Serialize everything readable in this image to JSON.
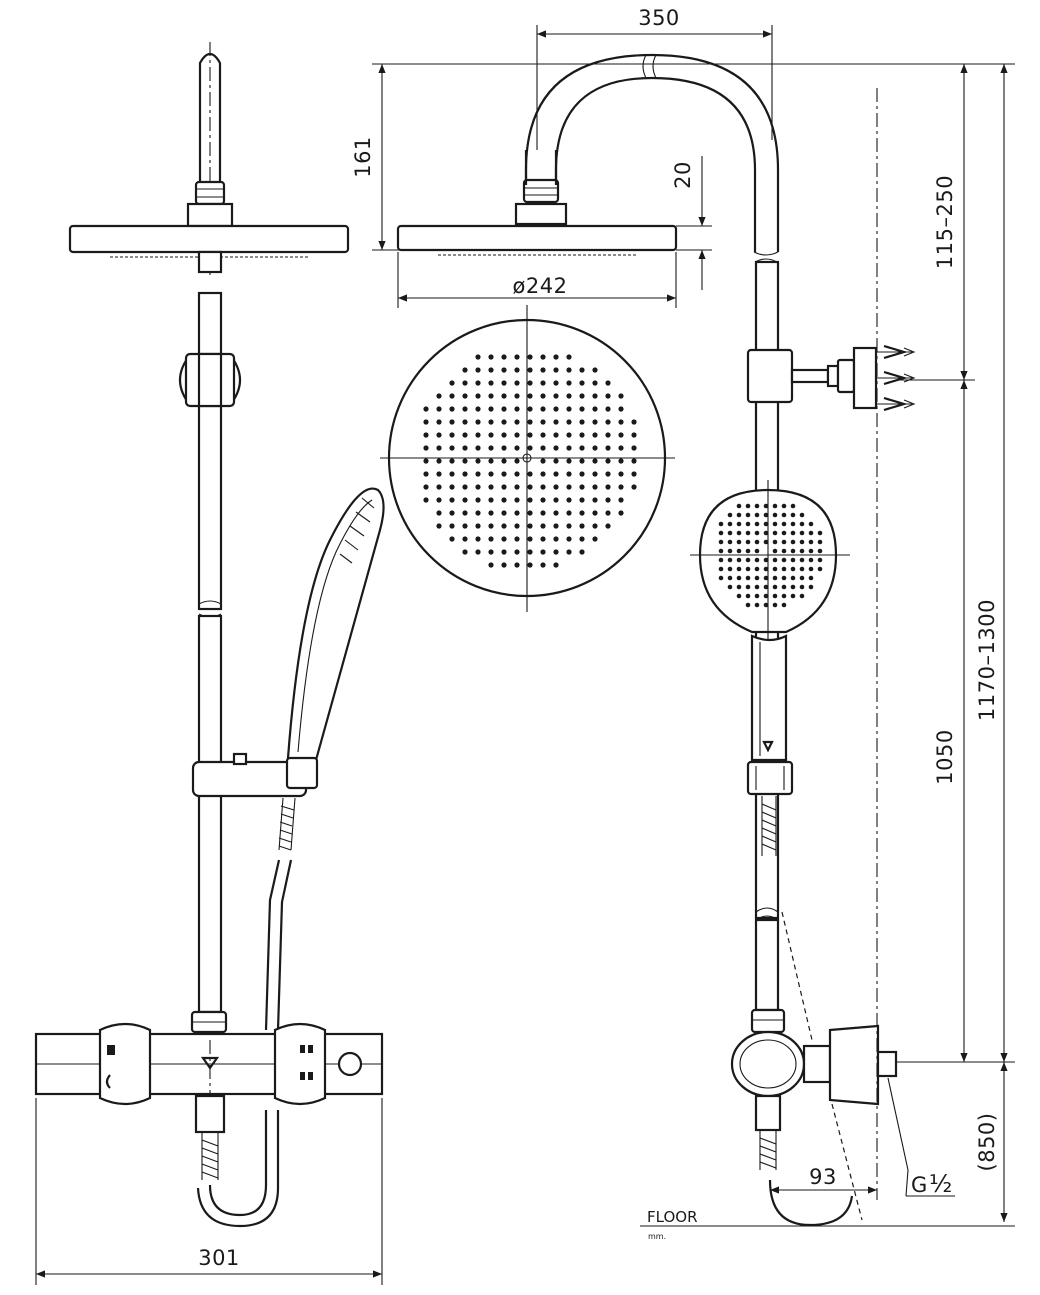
{
  "dimensions": {
    "arm_reach": "350",
    "head_height": "161",
    "head_thickness": "20",
    "head_diameter": "ø242",
    "adjust_range": "115–250",
    "total_height": "1170–1300",
    "bracket_height": "1050",
    "mixer_height": "(850)",
    "wall_offset": "93",
    "mixer_width": "301"
  },
  "labels": {
    "thread": "G",
    "thread_fraction": "½",
    "floor": "FLOOR",
    "unit": "mm."
  }
}
